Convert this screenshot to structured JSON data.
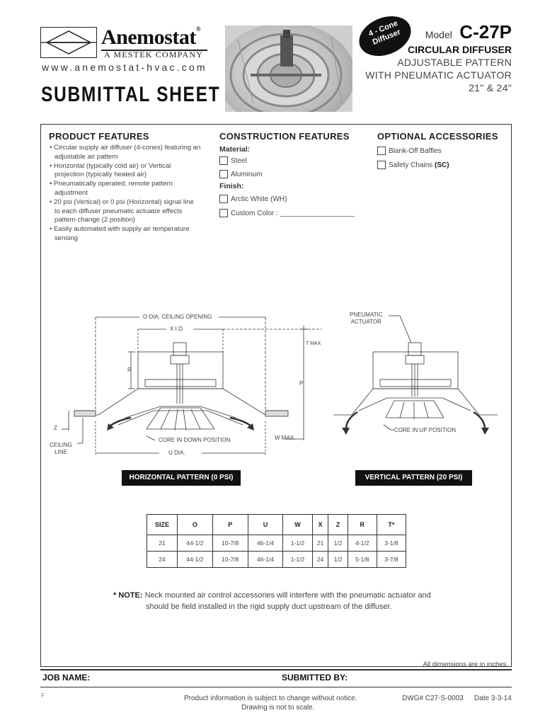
{
  "header": {
    "brand": "Anemostat",
    "registered_mark": "®",
    "company": "A MESTEK COMPANY",
    "website": "www.anemostat-hvac.com",
    "sheet_title": "SUBMITTAL SHEET",
    "badge_line1": "4 - Cone",
    "badge_line2": "Diffuser",
    "model_label": "Model",
    "model_number": "C-27P",
    "product_name": "CIRCULAR DIFFUSER",
    "product_desc_1": "ADJUSTABLE PATTERN",
    "product_desc_2": "WITH PNEUMATIC ACTUATOR",
    "sizes": "21\" & 24\""
  },
  "product_features": {
    "heading": "PRODUCT FEATURES",
    "items": [
      "• Circular supply air diffuser (4-cones) featuring an adjustable air pattern",
      "• Horizontal (typically cold air) or Vertical projection (typically heated air)",
      "• Pneumatically operated, remote pattern adjustment",
      "• 20 psi (Vertical) or 0 psi (Horizontal) signal line to each diffuser pneumatic actuator effects pattern change (2 position)",
      "• Easily automated with supply air temperature sensing"
    ]
  },
  "construction": {
    "heading": "CONSTRUCTION FEATURES",
    "material_label": "Material:",
    "steel": "Steel",
    "aluminum": "Aluminum",
    "finish_label": "Finish:",
    "arctic_white": "Arctic White (WH)",
    "custom_color": "Custom Color : ___________________"
  },
  "accessories": {
    "heading": "OPTIONAL ACCESSORIES",
    "blank_off": "Blank-Off Baffles",
    "safety_chains": "Safety Chains",
    "safety_code": "(SC)"
  },
  "diagram": {
    "o_dia": "O DIA. CEILING OPENING",
    "x_id": "X I.D.",
    "t_max": "T MAX",
    "r": "R",
    "p": "P",
    "z": "Z",
    "ceiling_line_1": "CEILING",
    "ceiling_line_2": "LINE",
    "core_down": "CORE IN DOWN POSITION",
    "w_max": "W MAX.",
    "u_dia": "U DIA.",
    "pneumatic_1": "PNEUMATIC",
    "pneumatic_2": "ACTUATOR",
    "core_up": "CORE IN UP POSITION",
    "horizontal_pattern": "HORIZONTAL PATTERN (0 PSI)",
    "vertical_pattern": "VERTICAL PATTERN (20 PSI)"
  },
  "dimensions_table": {
    "columns": [
      "SIZE",
      "O",
      "P",
      "U",
      "W",
      "X",
      "Z",
      "R",
      "T*"
    ],
    "rows": [
      [
        "21",
        "44-1/2",
        "10-7/8",
        "46-1/4",
        "1-1/2",
        "21",
        "1/2",
        "4-1/2",
        "3-1/8"
      ],
      [
        "24",
        "44-1/2",
        "10-7/8",
        "46-1/4",
        "1-1/2",
        "24",
        "1/2",
        "5-1/8",
        "3-7/8"
      ]
    ]
  },
  "note": {
    "label": "* NOTE:",
    "line1": "Neck mounted air control accessories will interfere with the pneumatic actuator and",
    "line2": "should be field installed in the rigid supply duct upstream of the diffuser."
  },
  "footer": {
    "dims_note": "All dimensions are in inches.",
    "job_name": "JOB NAME:",
    "submitted_by": "SUBMITTED BY:",
    "corner_mark": "F",
    "disclaimer_1": "Product information is subject to change without notice.",
    "disclaimer_2": "Drawing is not to scale.",
    "dwg": "DWG# C27-S-0003",
    "date": "Date 3-3-14"
  }
}
